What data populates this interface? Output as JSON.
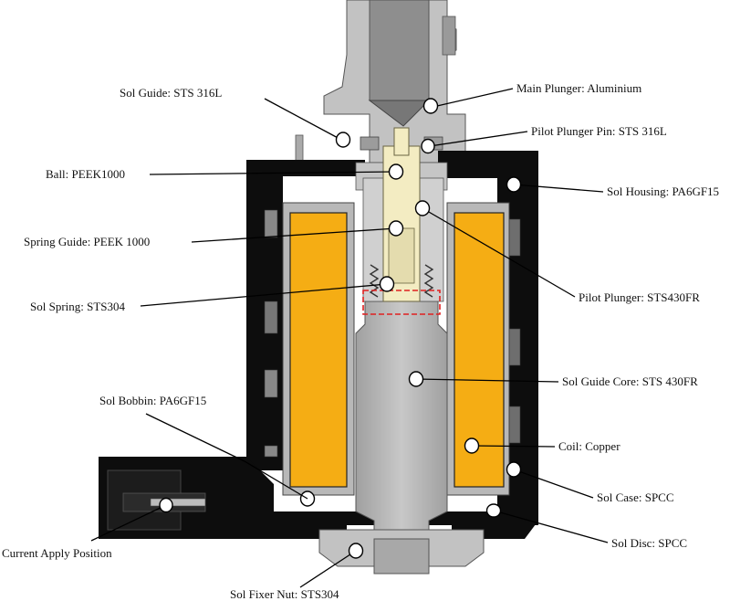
{
  "components": [
    {
      "id": "main-plunger",
      "text": "Main Plunger: Aluminium"
    },
    {
      "id": "sol-guide",
      "text": "Sol Guide: STS 316L"
    },
    {
      "id": "pilot-plunger-pin",
      "text": "Pilot Plunger Pin: STS 316L"
    },
    {
      "id": "ball",
      "text": "Ball: PEEK1000"
    },
    {
      "id": "sol-housing",
      "text": "Sol Housing: PA6GF15"
    },
    {
      "id": "spring-guide",
      "text": "Spring Guide: PEEK 1000"
    },
    {
      "id": "pilot-plunger",
      "text": "Pilot Plunger: STS430FR"
    },
    {
      "id": "sol-spring",
      "text": "Sol Spring: STS304"
    },
    {
      "id": "sol-guide-core",
      "text": "Sol Guide Core: STS 430FR"
    },
    {
      "id": "sol-bobbin",
      "text": "Sol Bobbin: PA6GF15"
    },
    {
      "id": "coil",
      "text": "Coil: Copper"
    },
    {
      "id": "sol-case",
      "text": "Sol Case: SPCC"
    },
    {
      "id": "current-apply",
      "text": "Current Apply Position"
    },
    {
      "id": "sol-disc",
      "text": "Sol Disc: SPCC"
    },
    {
      "id": "sol-fixer-nut",
      "text": "Sol Fixer Nut: STS304"
    }
  ],
  "colors": {
    "housing": "#0d0d0d",
    "steel_light": "#c4c4c4",
    "steel_mid": "#a8a8a8",
    "steel_dark": "#8c8c8c",
    "coil": "#f5ad14",
    "peek": "#f3ecc2",
    "highlight_box": "#e02020"
  }
}
